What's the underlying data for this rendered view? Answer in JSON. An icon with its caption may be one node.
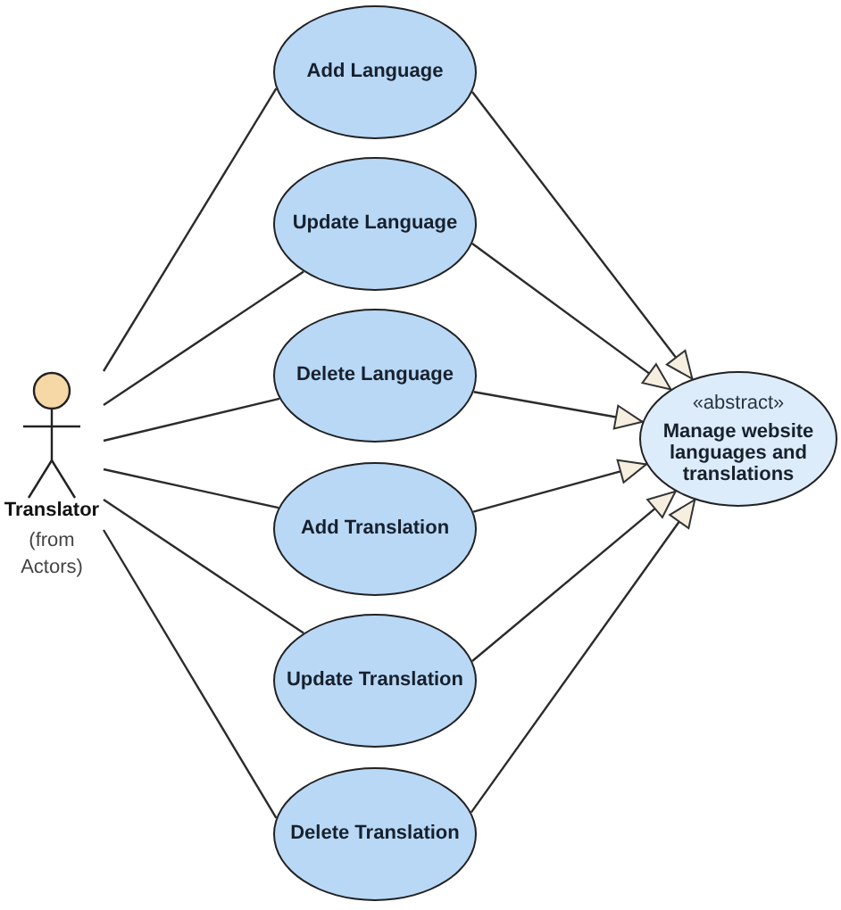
{
  "diagram": {
    "nodes": [
      {
        "text": [
          "Translator"
        ],
        "beside": [
          "(from Actors)"
        ]
      },
      {
        "text": [
          "Add Language"
        ]
      },
      {
        "text": [
          "Update Language"
        ]
      },
      {
        "text": [
          "Delete Language"
        ]
      },
      {
        "text": [
          "Add Translation"
        ]
      },
      {
        "text": [
          "Update Translation"
        ]
      },
      {
        "text": [
          "Delete Translation"
        ]
      },
      {
        "text": [
          "«abstract»",
          "Manage website languages and translations"
        ]
      }
    ],
    "edges": [
      {
        "from": 0,
        "to": 1,
        "arrow": "none"
      },
      {
        "from": 0,
        "to": 2,
        "arrow": "none"
      },
      {
        "from": 0,
        "to": 3,
        "arrow": "none"
      },
      {
        "from": 0,
        "to": 4,
        "arrow": "none"
      },
      {
        "from": 0,
        "to": 5,
        "arrow": "none"
      },
      {
        "from": 0,
        "to": 6,
        "arrow": "none"
      },
      {
        "from": 1,
        "to": 7,
        "arrow": "to"
      },
      {
        "from": 2,
        "to": 7,
        "arrow": "to"
      },
      {
        "from": 3,
        "to": 7,
        "arrow": "to"
      },
      {
        "from": 4,
        "to": 7,
        "arrow": "to"
      },
      {
        "from": 5,
        "to": 7,
        "arrow": "to"
      },
      {
        "from": 6,
        "to": 7,
        "arrow": "to"
      }
    ]
  }
}
